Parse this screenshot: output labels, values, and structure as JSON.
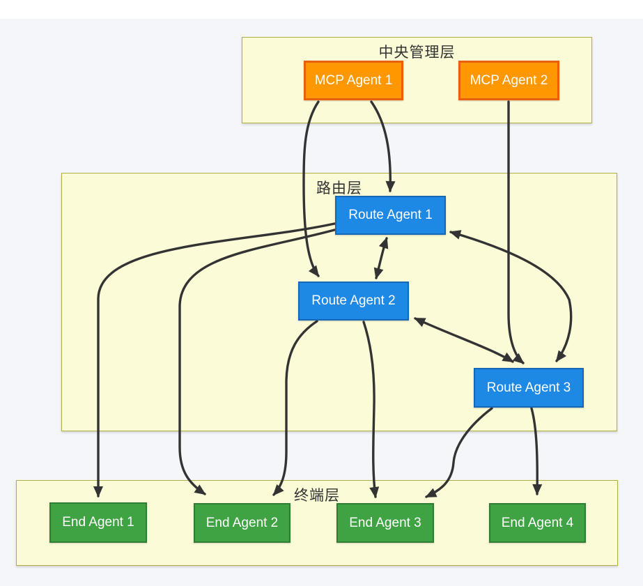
{
  "layers": {
    "management": {
      "label": "中央管理层"
    },
    "routing": {
      "label": "路由层"
    },
    "terminal": {
      "label": "终端层"
    }
  },
  "nodes": {
    "mcp1": {
      "label": "MCP Agent 1"
    },
    "mcp2": {
      "label": "MCP Agent 2"
    },
    "route1": {
      "label": "Route Agent 1"
    },
    "route2": {
      "label": "Route Agent 2"
    },
    "route3": {
      "label": "Route Agent 3"
    },
    "end1": {
      "label": "End Agent 1"
    },
    "end2": {
      "label": "End Agent 2"
    },
    "end3": {
      "label": "End Agent 3"
    },
    "end4": {
      "label": "End Agent 4"
    }
  },
  "edges": [
    {
      "from": "MCP Agent 1",
      "to": "Route Agent 1",
      "type": "directed"
    },
    {
      "from": "MCP Agent 1",
      "to": "Route Agent 2",
      "type": "directed"
    },
    {
      "from": "MCP Agent 2",
      "to": "Route Agent 3",
      "type": "directed"
    },
    {
      "from": "Route Agent 1",
      "to": "Route Agent 2",
      "type": "bidirectional"
    },
    {
      "from": "Route Agent 1",
      "to": "Route Agent 3",
      "type": "bidirectional"
    },
    {
      "from": "Route Agent 2",
      "to": "Route Agent 3",
      "type": "bidirectional"
    },
    {
      "from": "Route Agent 1",
      "to": "End Agent 1",
      "type": "directed"
    },
    {
      "from": "Route Agent 1",
      "to": "End Agent 2",
      "type": "directed"
    },
    {
      "from": "Route Agent 2",
      "to": "End Agent 2",
      "type": "directed"
    },
    {
      "from": "Route Agent 2",
      "to": "End Agent 3",
      "type": "directed"
    },
    {
      "from": "Route Agent 3",
      "to": "End Agent 3",
      "type": "directed"
    },
    {
      "from": "Route Agent 3",
      "to": "End Agent 4",
      "type": "directed"
    }
  ],
  "colors": {
    "background": "#f4f6f9",
    "layer_fill": "#fbfbd8",
    "layer_border": "#afaf40",
    "layer_text": "#333333",
    "mcp_fill": "#ff9800",
    "mcp_border": "#ea5f0b",
    "route_fill": "#1e88e5",
    "route_border": "#1567b8",
    "end_fill": "#3fa344",
    "end_border": "#2e7d32",
    "edge": "#333333",
    "node_text": "#ffffff"
  }
}
